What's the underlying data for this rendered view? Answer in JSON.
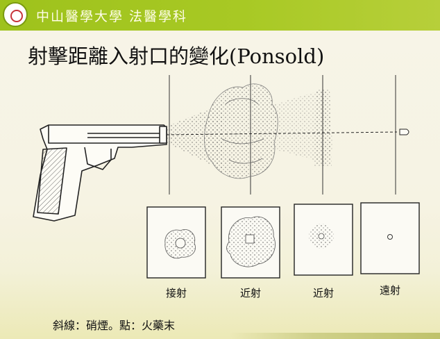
{
  "header": {
    "text": "中山醫學大學 法醫學科"
  },
  "title": "射擊距離入射口的變化(Ponsold)",
  "panels": [
    {
      "label": "接射"
    },
    {
      "label": "近射"
    },
    {
      "label": "近射"
    },
    {
      "label": "遠射"
    }
  ],
  "caption": "斜線：硝煙。點：火藥末",
  "colors": {
    "header": "#a4c620",
    "background": "#f6f3e3"
  }
}
